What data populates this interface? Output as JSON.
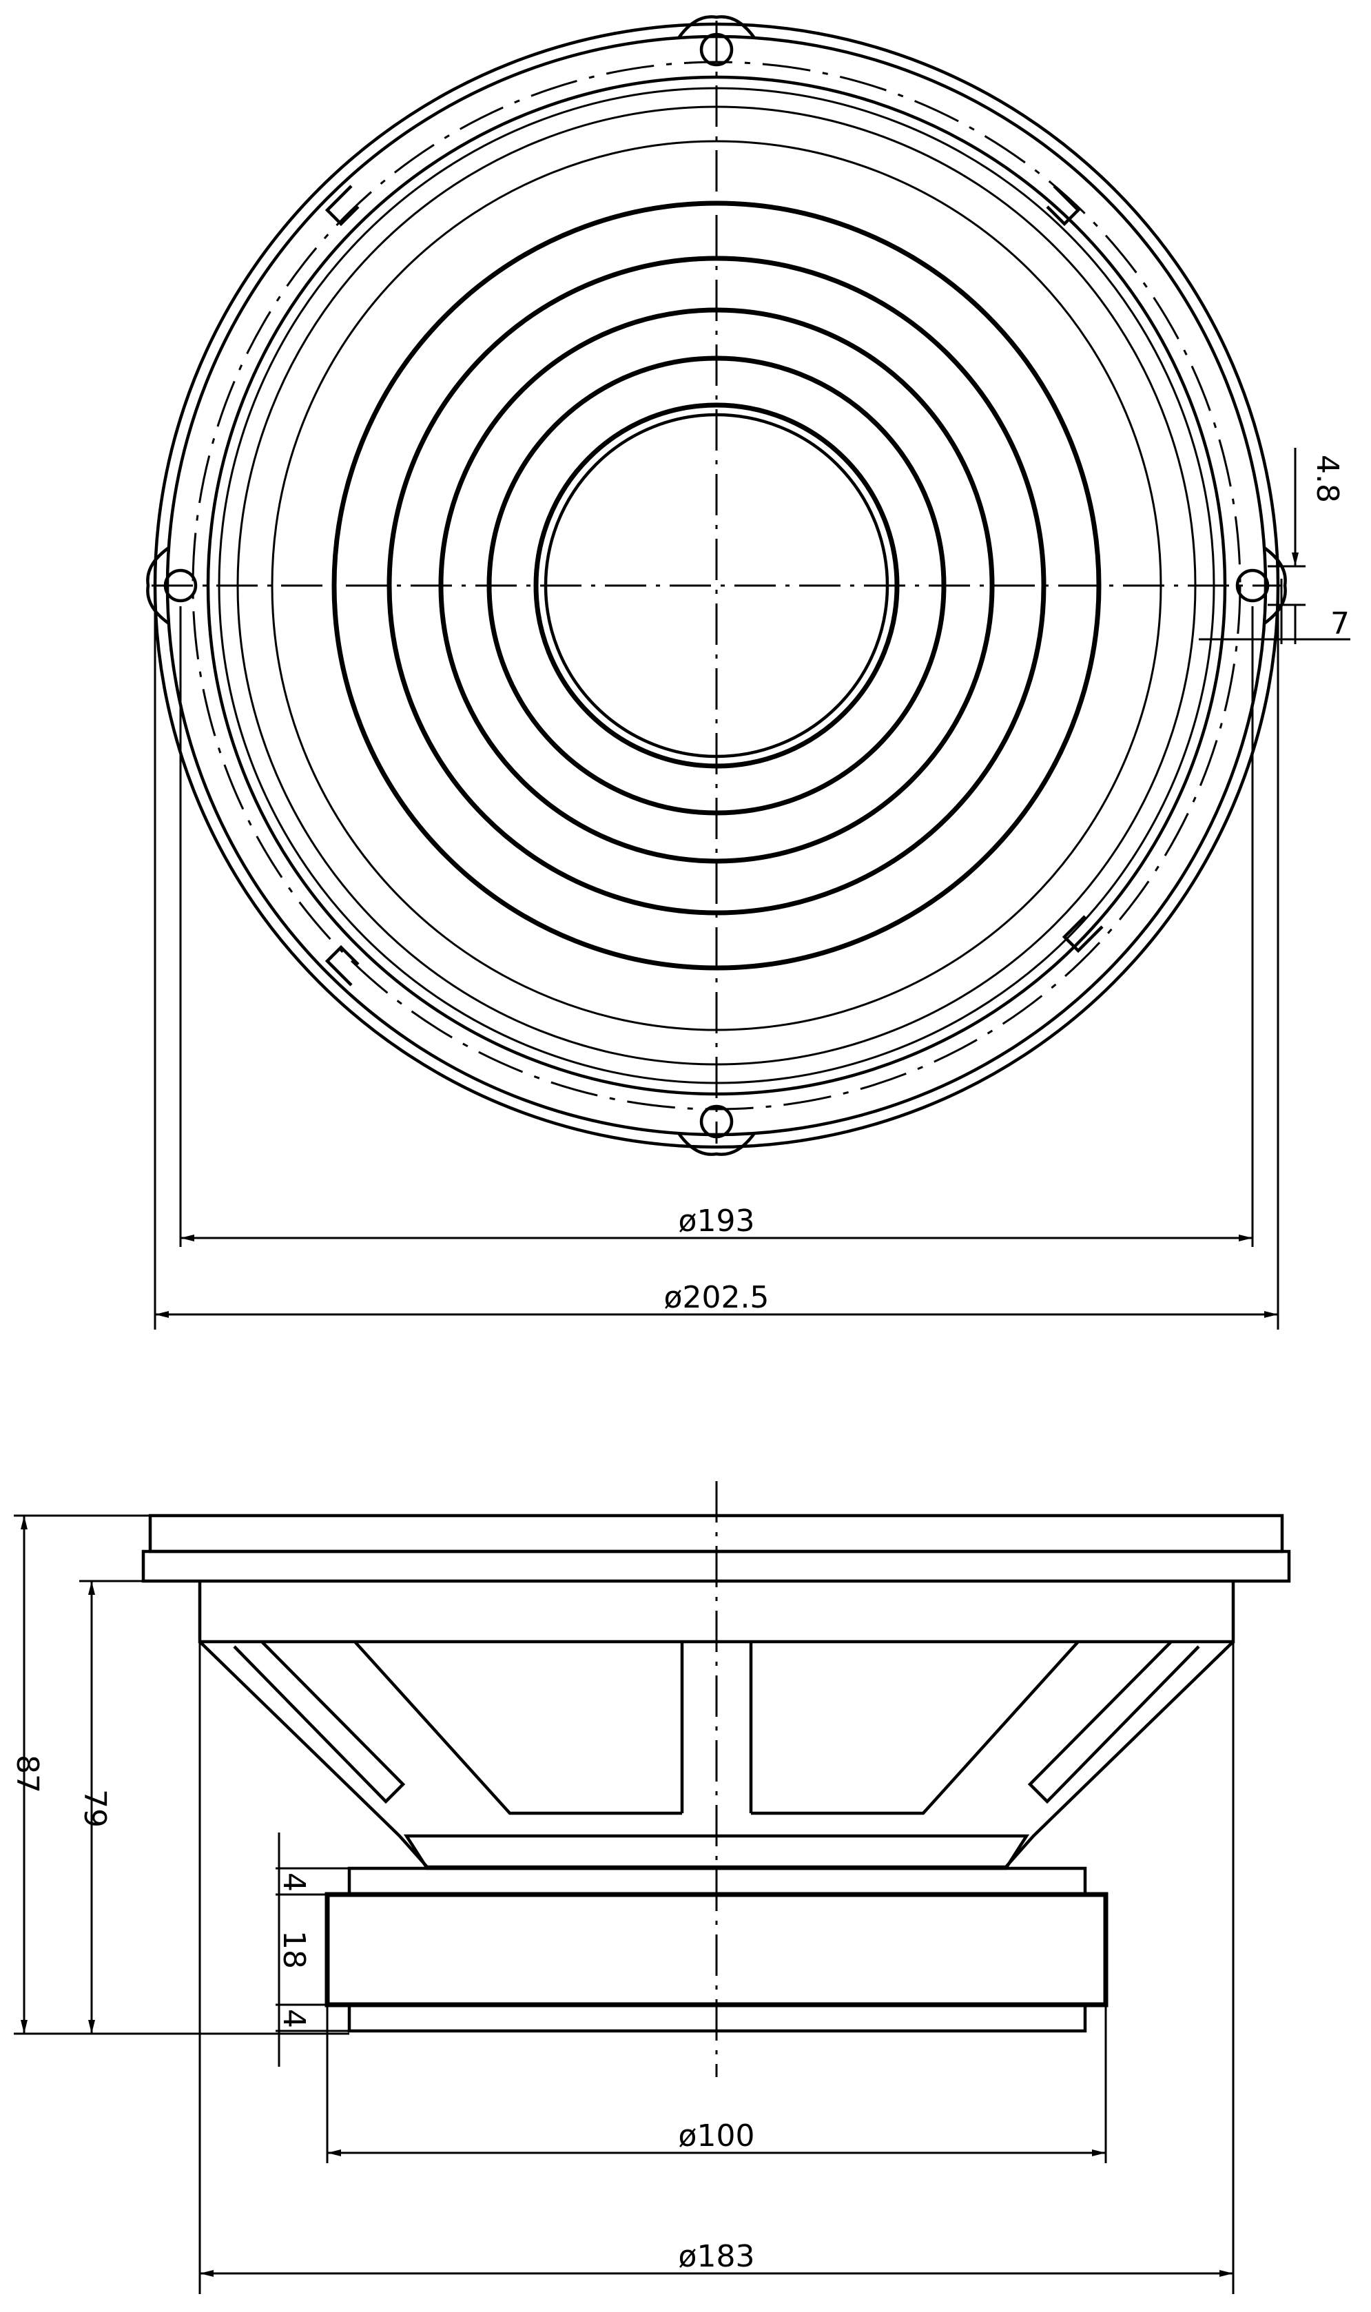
{
  "top_view": {
    "dims": {
      "mount_hole_offset": "4.8",
      "mount_hole_dia": "7",
      "basket_dia": "ø193",
      "overall_dia": "ø202.5"
    }
  },
  "side_view": {
    "dims": {
      "overall_height": "87",
      "mount_depth": "79",
      "top_plate": "4",
      "magnet": "18",
      "back_plate": "4",
      "magnet_dia": "ø100",
      "frame_dia": "ø183"
    }
  }
}
